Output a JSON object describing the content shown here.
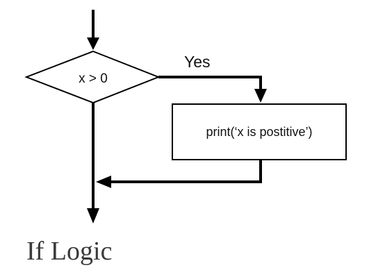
{
  "diagram": {
    "type": "flowchart",
    "decision": {
      "label": "x > 0"
    },
    "yes_branch": {
      "label": "Yes"
    },
    "process": {
      "label": "print(‘x is postitive’)"
    }
  },
  "caption": "If Logic",
  "colors": {
    "stroke": "#000000",
    "text": "#111111",
    "caption": "#3a3a3a",
    "background": "#ffffff"
  }
}
